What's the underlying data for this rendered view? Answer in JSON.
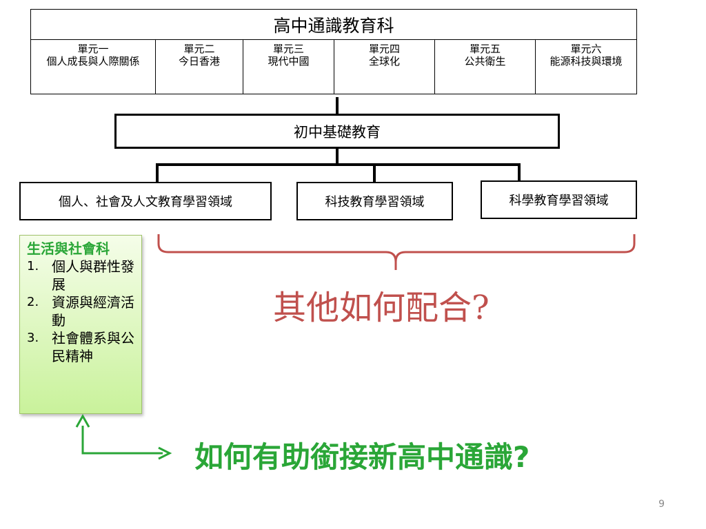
{
  "top_table": {
    "title": "高中通識教育科",
    "units": [
      {
        "line1": "單元一",
        "line2": "個人成長與人際關係"
      },
      {
        "line1": "單元二",
        "line2": "今日香港"
      },
      {
        "line1": "單元三",
        "line2": "現代中國"
      },
      {
        "line1": "單元四",
        "line2": "全球化"
      },
      {
        "line1": "單元五",
        "line2": "公共衛生"
      },
      {
        "line1": "單元六",
        "line2": "能源科技與環境"
      }
    ]
  },
  "junior_box": {
    "label": "初中基礎教育"
  },
  "kla_boxes": [
    {
      "label": "個人、社會及人文教育學習領域"
    },
    {
      "label": "科技教育學習領域"
    },
    {
      "label": "科學教育學習領域"
    }
  ],
  "side_box": {
    "title": "生活與社會科",
    "items": [
      {
        "num": "1.",
        "text": "個人與群性發展"
      },
      {
        "num": "2.",
        "text": "資源與經濟活動"
      },
      {
        "num": "3.",
        "text": "社會體系與公民精神"
      }
    ]
  },
  "question_other": "其他如何配合?",
  "question_link": "如何有助銜接新高中通識?",
  "page_number": "9",
  "colors": {
    "brace_red": "#c0504d",
    "question_red": "#c0504d",
    "green": "#2aa637"
  },
  "icons": {
    "arrow": "elbow-arrow-icon",
    "brace": "curly-brace-icon"
  }
}
